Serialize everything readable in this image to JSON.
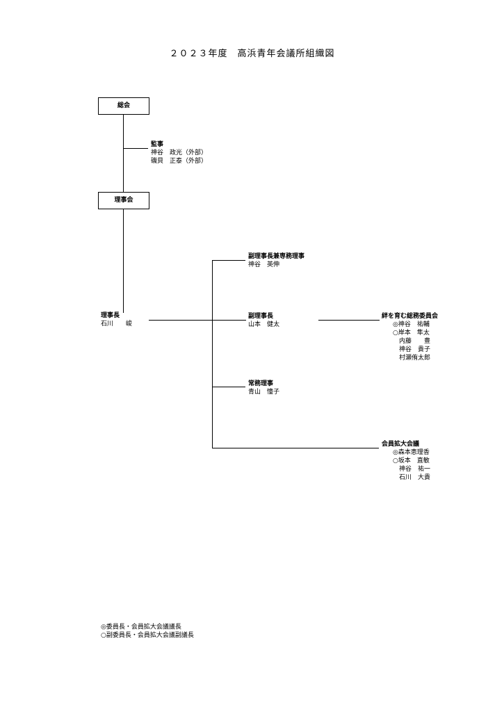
{
  "title": "２０２３年度　高浜青年会議所組織図",
  "general_meeting": {
    "label": "総会"
  },
  "auditors": {
    "heading": "監事",
    "members": [
      "神谷　政光（外部）",
      "磯貝　正泰（外部）"
    ]
  },
  "board": {
    "label": "理事会"
  },
  "president": {
    "heading": "理事長",
    "members": [
      "石川　　峻"
    ]
  },
  "vp_managing": {
    "heading": "副理事長兼専務理事",
    "members": [
      "神谷　英伸"
    ]
  },
  "vp": {
    "heading": "副理事長",
    "members": [
      "山本　健太"
    ]
  },
  "executive": {
    "heading": "常務理事",
    "members": [
      "青山　憧子"
    ]
  },
  "committee_kizuna": {
    "heading": "絆を育む総務委員会",
    "members": [
      "◎神谷　祐輔",
      "○岸本　隼太",
      "　内藤　　豊",
      "　神谷　貴子",
      "　村瀬侑太郎"
    ]
  },
  "committee_expanded": {
    "heading": "会員拡大会議",
    "members": [
      "◎森本恵理香",
      "○坂本　直敏",
      "　神谷　祐一",
      "　石川　大貴"
    ]
  },
  "legend": [
    "◎委員長・会員拡大会議議長",
    "○副委員長・会員拡大会議副議長"
  ]
}
